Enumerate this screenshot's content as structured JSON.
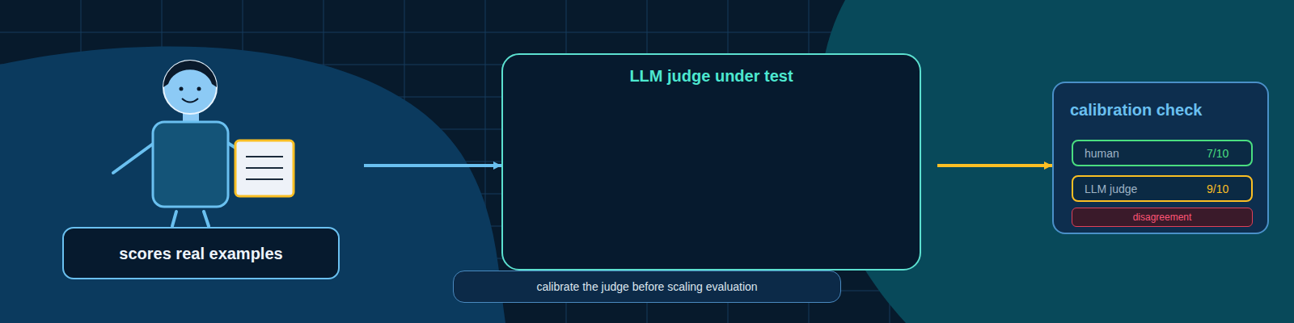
{
  "diagram": {
    "nodes": [
      {
        "text": [
          "scores real examples"
        ]
      },
      {
        "text": [
          "LLM judge under test"
        ]
      },
      {
        "text": [
          "calibrate the judge before scaling evaluation"
        ]
      },
      {
        "text": [
          "calibration check"
        ]
      },
      {
        "text": [
          "human",
          "7/10"
        ],
        "in": 3
      },
      {
        "text": [
          "LLM judge",
          "9/10"
        ],
        "in": 3
      },
      {
        "text": [
          "disagreement"
        ],
        "in": 3
      }
    ],
    "edges": [
      {
        "from": 0,
        "to": 1,
        "arrow": "to"
      },
      {
        "from": 1,
        "to": 3,
        "arrow": "to"
      }
    ]
  }
}
